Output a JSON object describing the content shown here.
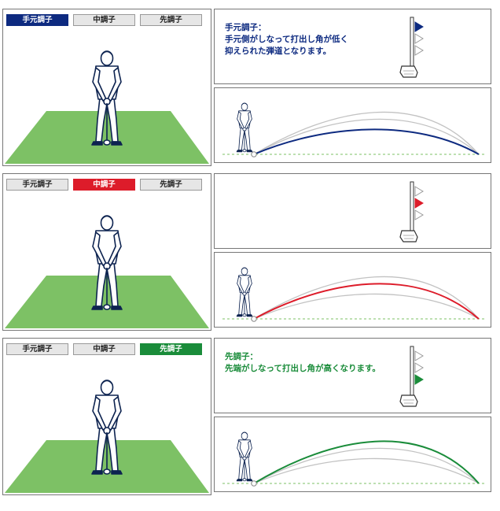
{
  "tab_labels": [
    "手元調子",
    "中調子",
    "先調子"
  ],
  "colors": {
    "tip_active": "#0d2a80",
    "mid_active": "#dd1c2a",
    "tip_green": "#1a8c3a",
    "ground": "#7dc165",
    "ghost_curve": "#c2c2c2"
  },
  "rows": [
    {
      "active_tab": 0,
      "accent_color": "#0d2a80",
      "caption_title": "手元調子：",
      "caption_lines": [
        "手元側がしなって打出し角が低く",
        "抑えられた弾道となります。"
      ],
      "active_flag": 0
    },
    {
      "active_tab": 1,
      "accent_color": "#dd1c2a",
      "caption_title": "",
      "caption_lines": [],
      "active_flag": 1
    },
    {
      "active_tab": 2,
      "accent_color": "#1a8c3a",
      "caption_title": "先調子：",
      "caption_lines": [
        "先端がしなって打出し角が高くなります。"
      ],
      "active_flag": 2
    }
  ],
  "icons": {
    "golfer": "golfer-address-icon",
    "shaft": "shaft-flex-icon",
    "ball": "golf-ball-icon"
  }
}
